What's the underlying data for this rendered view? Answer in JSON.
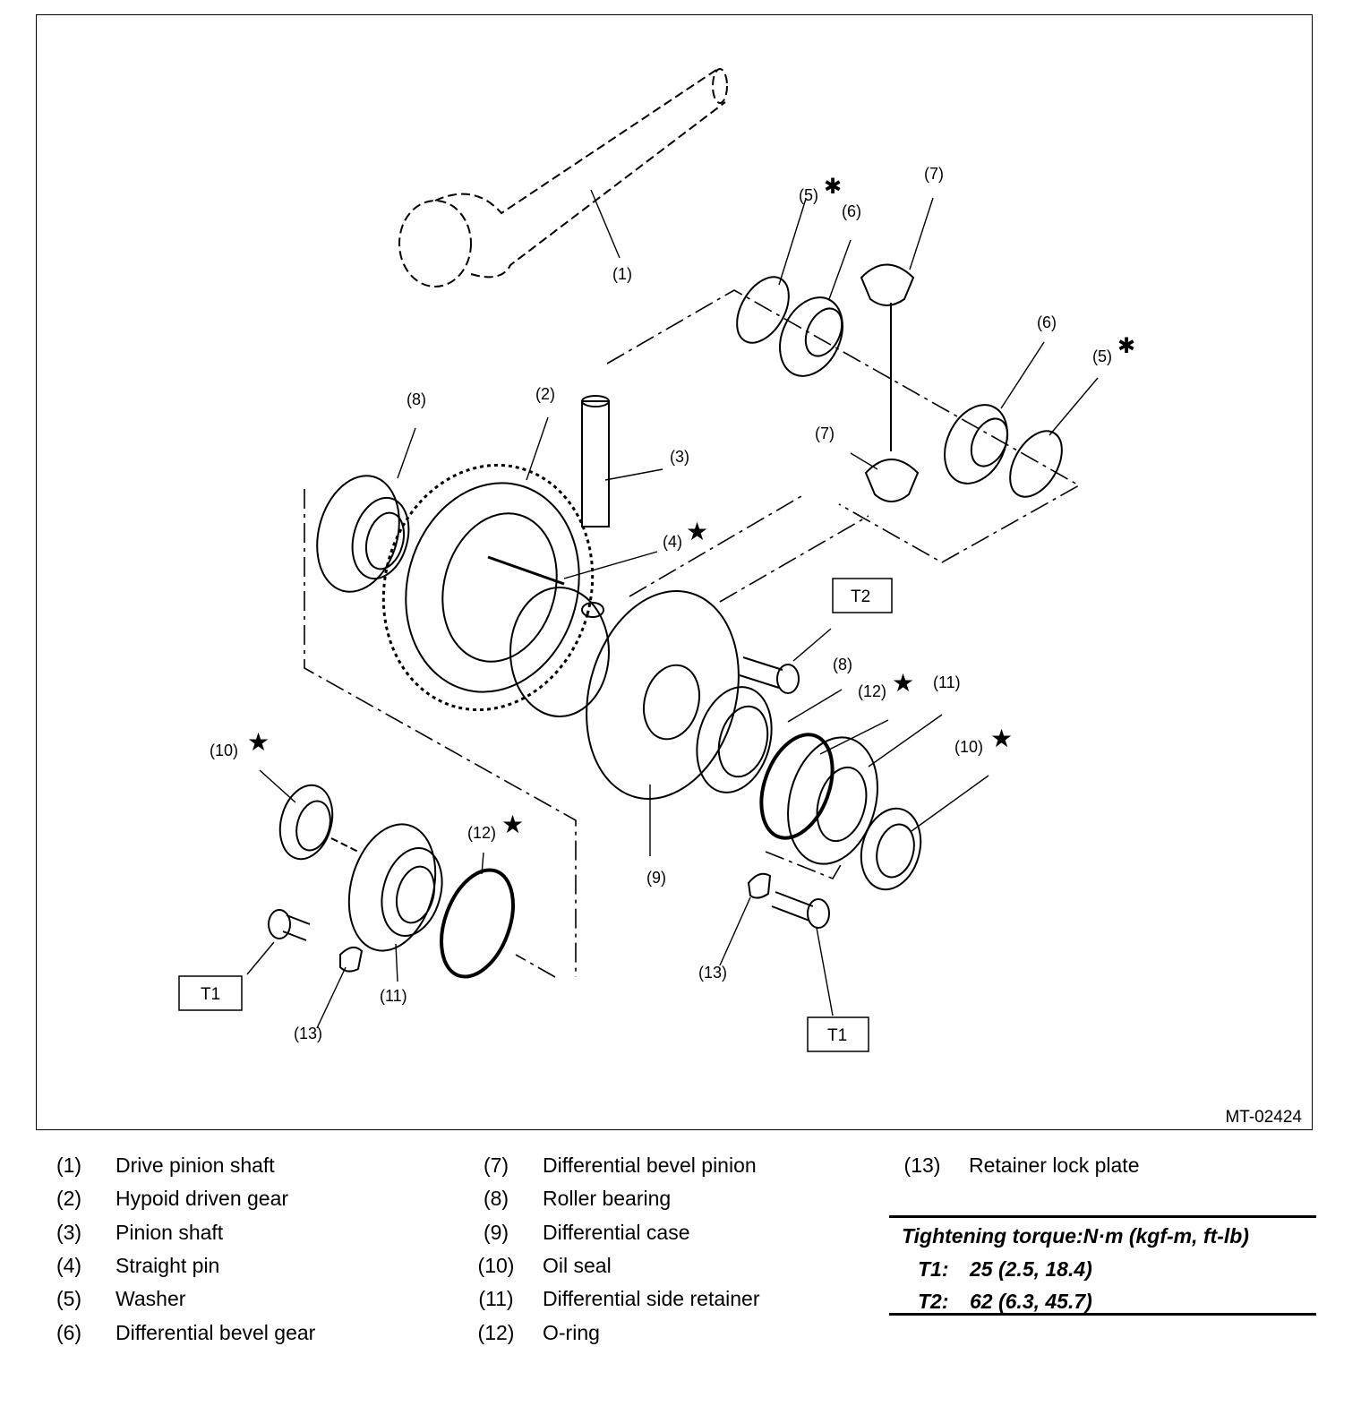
{
  "figure_code": "MT-02424",
  "callouts": {
    "c1": "(1)",
    "c2": "(2)",
    "c3": "(3)",
    "c4": "(4)",
    "c5a": "(5)",
    "c5b": "(5)",
    "c6a": "(6)",
    "c6b": "(6)",
    "c7a": "(7)",
    "c7b": "(7)",
    "c8a": "(8)",
    "c8b": "(8)",
    "c9": "(9)",
    "c10a": "(10)",
    "c10b": "(10)",
    "c11a": "(11)",
    "c11b": "(11)",
    "c12a": "(12)",
    "c12b": "(12)",
    "c13a": "(13)",
    "c13b": "(13)",
    "t2": "T2",
    "t1a": "T1",
    "t1b": "T1",
    "star": "★",
    "asterisk": "✱"
  },
  "legend": {
    "col1": [
      {
        "num": "(1)",
        "name": "Drive pinion shaft"
      },
      {
        "num": "(2)",
        "name": "Hypoid driven gear"
      },
      {
        "num": "(3)",
        "name": "Pinion shaft"
      },
      {
        "num": "(4)",
        "name": "Straight pin"
      },
      {
        "num": "(5)",
        "name": "Washer"
      },
      {
        "num": "(6)",
        "name": "Differential bevel gear"
      }
    ],
    "col2": [
      {
        "num": "(7)",
        "name": "Differential bevel pinion"
      },
      {
        "num": "(8)",
        "name": "Roller bearing"
      },
      {
        "num": "(9)",
        "name": "Differential case"
      },
      {
        "num": "(10)",
        "name": "Oil seal"
      },
      {
        "num": "(11)",
        "name": "Differential side retainer"
      },
      {
        "num": "(12)",
        "name": "O-ring"
      }
    ],
    "col3": [
      {
        "num": "(13)",
        "name": "Retainer lock plate"
      }
    ]
  },
  "torque": {
    "title": "Tightening torque:N·m (kgf-m, ft-lb)",
    "rows": [
      {
        "key": "T1:",
        "value": "25 (2.5, 18.4)"
      },
      {
        "key": "T2:",
        "value": "62 (6.3, 45.7)"
      }
    ]
  }
}
